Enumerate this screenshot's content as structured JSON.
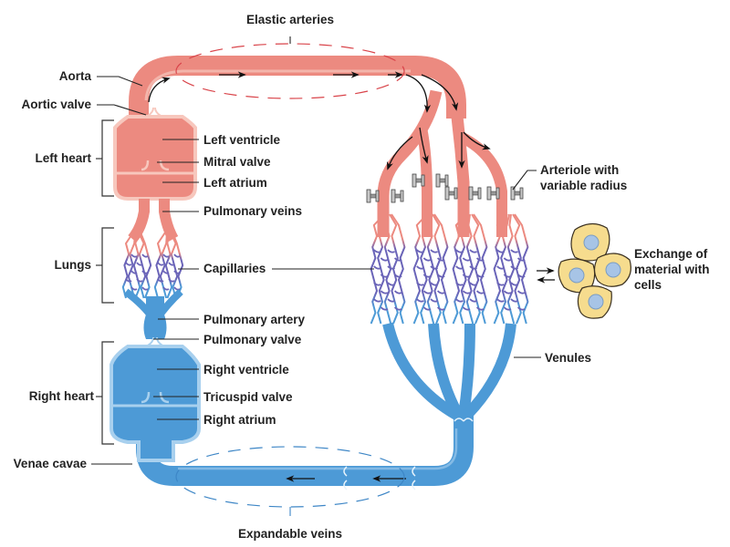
{
  "title": "Cardiovascular circulation diagram",
  "colors": {
    "oxygenated": "#ec8a80",
    "oxygenated_light": "#f7c7bd",
    "deoxygenated": "#4d9ad6",
    "deoxygenated_light": "#a8d0ee",
    "capillary": "#6a64b8",
    "cell_fill": "#f6dc8e",
    "cell_nucleus": "#a7c4e6",
    "clamp": "#c8c8c8"
  },
  "labels": {
    "elastic_arteries": "Elastic arteries",
    "aorta": "Aorta",
    "aortic_valve": "Aortic valve",
    "left_heart": "Left heart",
    "left_ventricle": "Left ventricle",
    "mitral_valve": "Mitral valve",
    "left_atrium": "Left atrium",
    "pulmonary_veins": "Pulmonary veins",
    "lungs": "Lungs",
    "capillaries": "Capillaries",
    "pulmonary_artery": "Pulmonary artery",
    "pulmonary_valve": "Pulmonary valve",
    "right_heart": "Right heart",
    "right_ventricle": "Right ventricle",
    "tricuspid_valve": "Tricuspid valve",
    "right_atrium": "Right atrium",
    "venae_cavae": "Venae cavae",
    "expandable_veins": "Expandable veins",
    "arteriole_line1": "Arteriole with",
    "arteriole_line2": "variable radius",
    "exchange_line1": "Exchange of",
    "exchange_line2": "material with",
    "exchange_line3": "cells",
    "venules": "Venules"
  }
}
